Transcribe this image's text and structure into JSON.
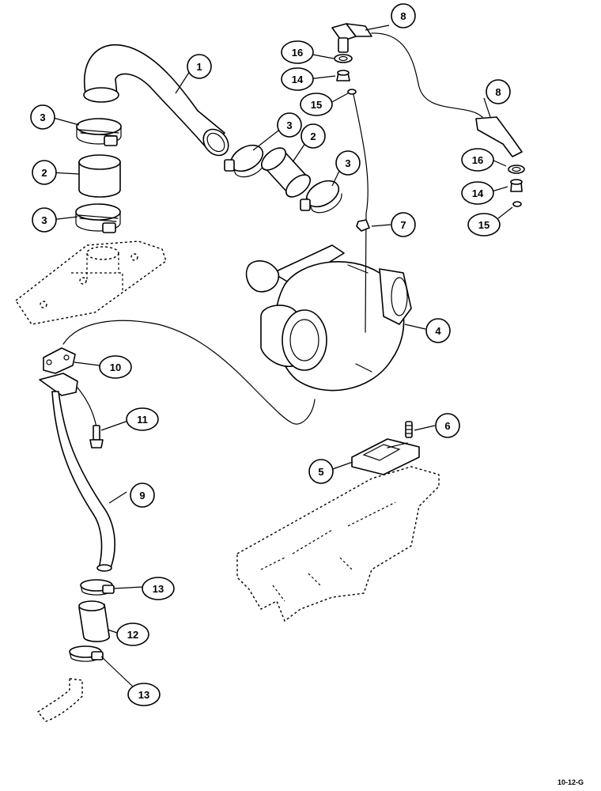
{
  "callouts": [
    {
      "id": "c1",
      "label": "1"
    },
    {
      "id": "c2a",
      "label": "2"
    },
    {
      "id": "c2b",
      "label": "2"
    },
    {
      "id": "c3a",
      "label": "3"
    },
    {
      "id": "c3b",
      "label": "3"
    },
    {
      "id": "c3c",
      "label": "3"
    },
    {
      "id": "c3d",
      "label": "3"
    },
    {
      "id": "c4",
      "label": "4"
    },
    {
      "id": "c5",
      "label": "5"
    },
    {
      "id": "c6",
      "label": "6"
    },
    {
      "id": "c7",
      "label": "7"
    },
    {
      "id": "c8a",
      "label": "8"
    },
    {
      "id": "c8b",
      "label": "8"
    },
    {
      "id": "c9",
      "label": "9"
    },
    {
      "id": "c10",
      "label": "10"
    },
    {
      "id": "c11",
      "label": "11"
    },
    {
      "id": "c12",
      "label": "12"
    },
    {
      "id": "c13a",
      "label": "13"
    },
    {
      "id": "c13b",
      "label": "13"
    },
    {
      "id": "c14a",
      "label": "14"
    },
    {
      "id": "c14b",
      "label": "14"
    },
    {
      "id": "c15a",
      "label": "15"
    },
    {
      "id": "c15b",
      "label": "15"
    },
    {
      "id": "c16a",
      "label": "16"
    },
    {
      "id": "c16b",
      "label": "16"
    }
  ],
  "figure_ref": "10-12-G"
}
